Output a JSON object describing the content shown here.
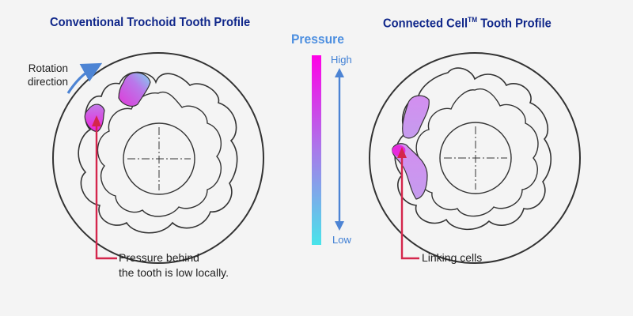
{
  "left_panel": {
    "title": "Conventional Trochoid Tooth Profile",
    "rotation_label_line1": "Rotation",
    "rotation_label_line2": "direction",
    "callout_line1": "Pressure behind",
    "callout_line2": "the tooth is low locally."
  },
  "right_panel": {
    "title_main": "Connected Cell",
    "title_tm": "TM",
    "title_tail": " Tooth Profile",
    "callout": "Linking cells"
  },
  "pressure_scale": {
    "title": "Pressure",
    "high_label": "High",
    "low_label": "Low",
    "color_high": "#ff00e6",
    "color_mid": "#a979ea",
    "color_low": "#48e4ea"
  },
  "colors": {
    "title": "#10278a",
    "arrow_blue": "#4d84d4",
    "callout_red": "#d4264c",
    "outline": "#333333"
  }
}
